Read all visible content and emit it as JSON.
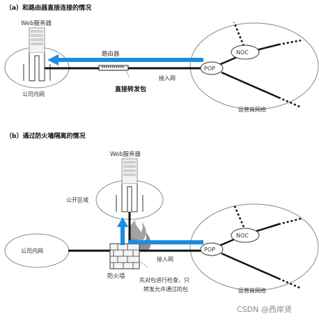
{
  "section_a": {
    "title": "（a）和路由器直接连接的情况",
    "web_server": "Web服务器",
    "router": "路由器",
    "access_network": "接入网",
    "direct_forward": "直接转发包",
    "company_intranet": "公司内网",
    "isp_network": "运营商网络",
    "noc": "NOC",
    "pop": "POP"
  },
  "section_b": {
    "title": "（b）通过防火墙隔离的情况",
    "web_server": "Web服务器",
    "public_zone": "公开区域",
    "company_intranet": "公司内网",
    "access_network": "接入网",
    "firewall": "防火墙",
    "note_line1": "先对包进行检查，只",
    "note_line2": "转发允许通过的包",
    "isp_network": "运营商网络",
    "noc": "NOC",
    "pop": "POP"
  },
  "watermark": "CSDN @西岸贤",
  "colors": {
    "arrow": "#1a8de0",
    "line": "#111111",
    "fire": "#8f8f8f"
  }
}
